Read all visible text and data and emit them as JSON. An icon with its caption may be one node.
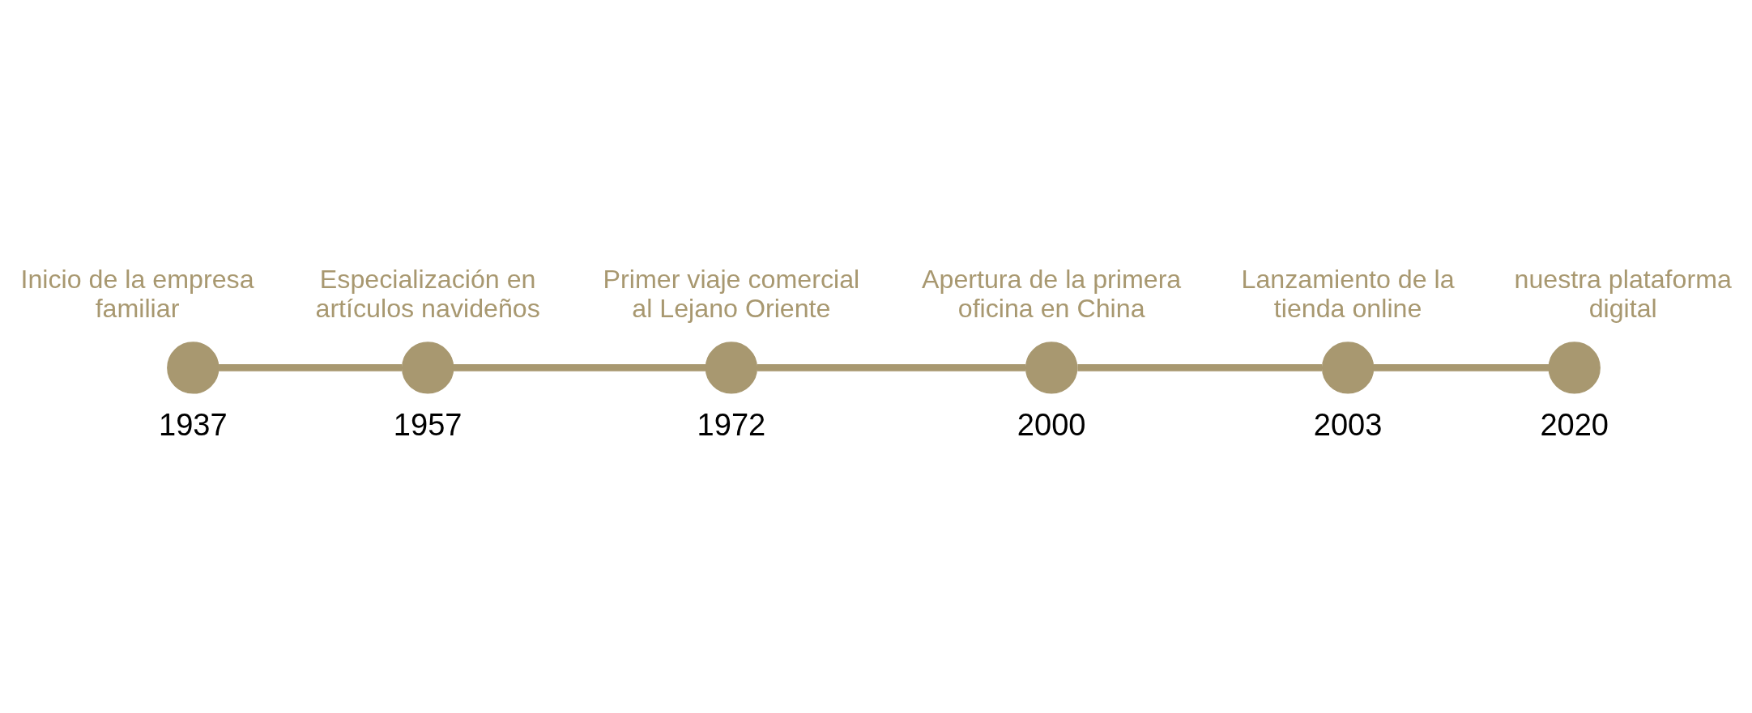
{
  "diagram": {
    "nodes": [
      {
        "text": [],
        "shape": "circle",
        "beside": [
          "Inicio de la empresa familiar",
          "1937"
        ]
      },
      {
        "text": [],
        "shape": "circle",
        "beside": [
          "Especialización en artículos navideños",
          "1957"
        ]
      },
      {
        "text": [],
        "shape": "circle",
        "beside": [
          "Primer viaje comercial al Lejano Oriente",
          "1972"
        ]
      },
      {
        "text": [],
        "shape": "circle",
        "beside": [
          "Apertura de la primera oficina en China",
          "2000"
        ]
      },
      {
        "text": [],
        "shape": "circle",
        "beside": [
          "Lanzamiento de la tienda online",
          "2003"
        ]
      },
      {
        "text": [],
        "shape": "circle",
        "beside": [
          "nuestra plataforma digital",
          "2020"
        ]
      }
    ],
    "edges": [
      {
        "from": 0,
        "to": 1,
        "arrow": "none"
      },
      {
        "from": 1,
        "to": 2,
        "arrow": "none"
      },
      {
        "from": 2,
        "to": 3,
        "arrow": "none"
      },
      {
        "from": 3,
        "to": 4,
        "arrow": "none"
      },
      {
        "from": 4,
        "to": 5,
        "arrow": "none"
      }
    ]
  }
}
